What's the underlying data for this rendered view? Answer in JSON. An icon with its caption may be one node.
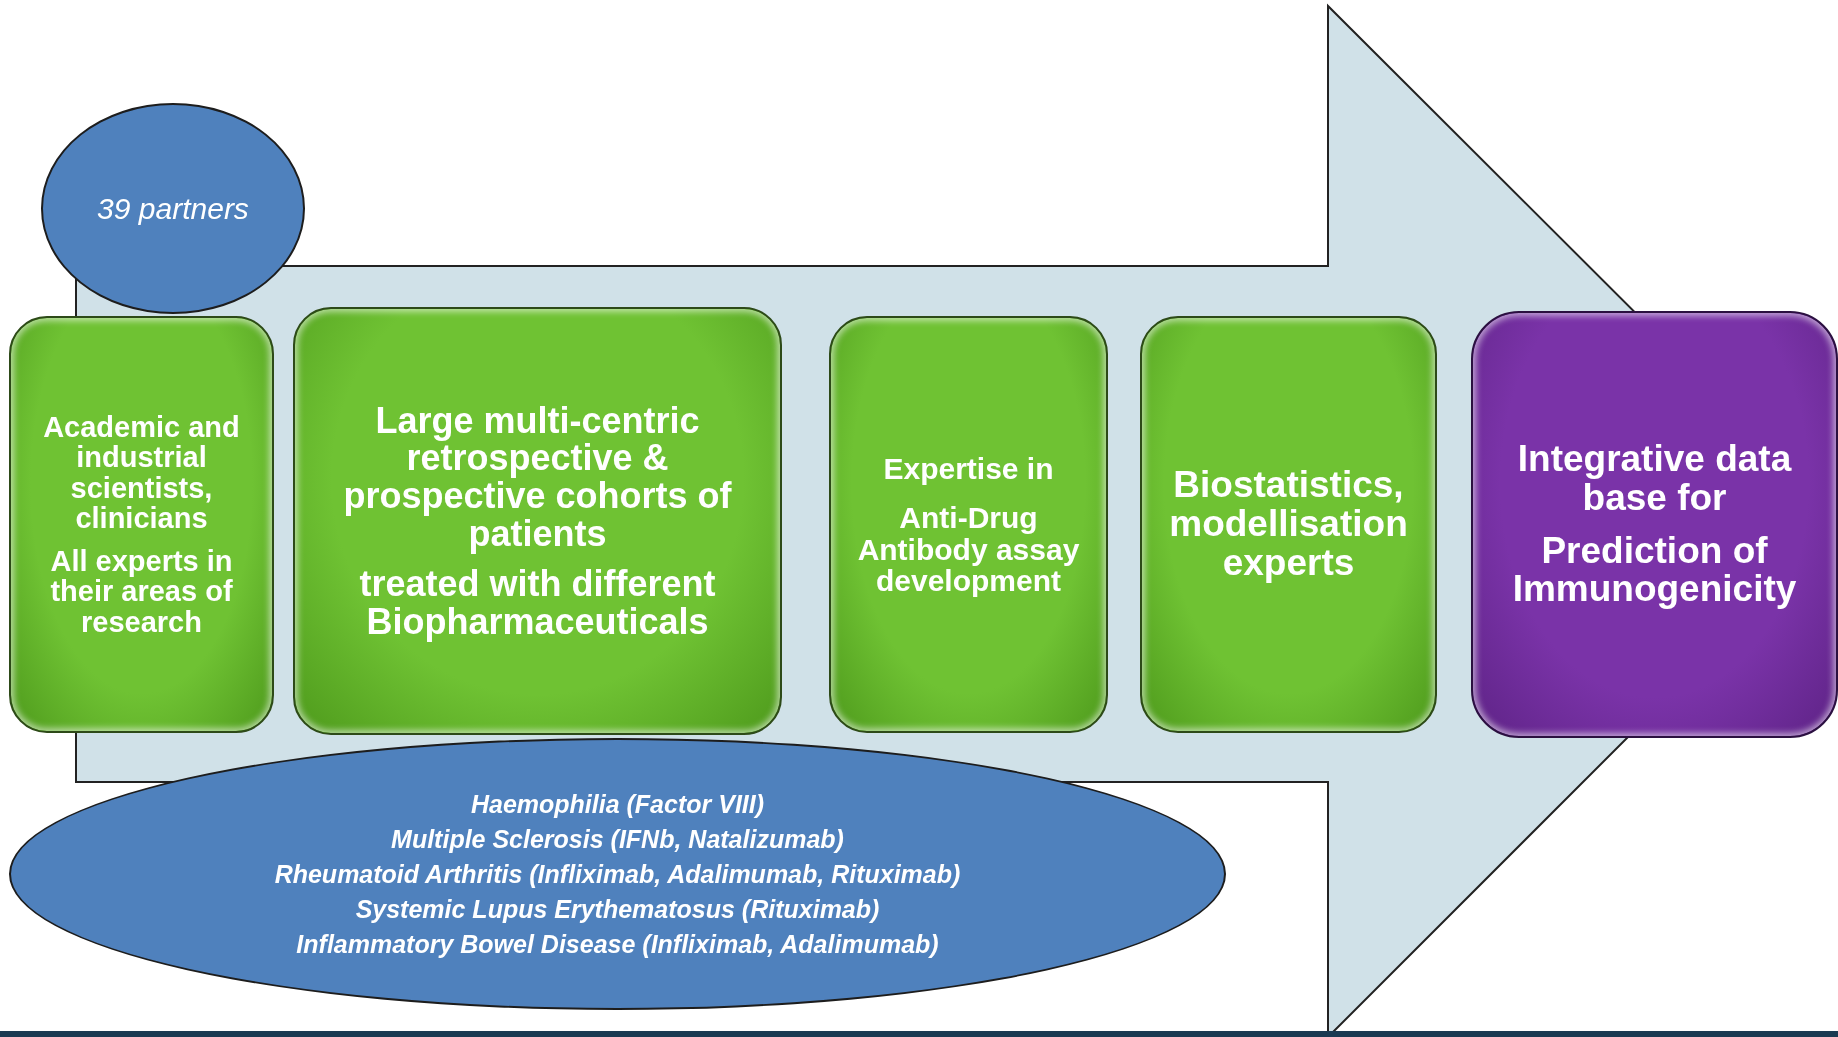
{
  "diagram": {
    "nodes": [
      {
        "text": [
          "39 partners"
        ]
      },
      {
        "text": [
          "Academic and industrial scientists, clinicians",
          "All experts in their areas of research"
        ]
      },
      {
        "text": [
          "Large multi-centric retrospective & prospective cohorts of patients",
          "treated with different Biopharmaceuticals"
        ]
      },
      {
        "text": [
          "Expertise in",
          "Anti-Drug Antibody assay development"
        ]
      },
      {
        "text": [
          "Biostatistics, modellisation experts"
        ]
      },
      {
        "text": [
          "Integrative data base for",
          "Prediction of Immunogenicity"
        ]
      },
      {
        "text": [
          "Haemophilia (Factor VIII)",
          "Multiple Sclerosis (IFNb, Natalizumab)",
          "Rheumatoid Arthritis (Infliximab, Adalimumab, Rituximab)",
          "Systemic Lupus Erythematosus (Rituximab)",
          "Inflammatory Bowel Disease (Infliximab, Adalimumab)"
        ]
      }
    ],
    "edges": [
      {
        "from": 1,
        "to": 5,
        "arrow": "to"
      }
    ]
  }
}
